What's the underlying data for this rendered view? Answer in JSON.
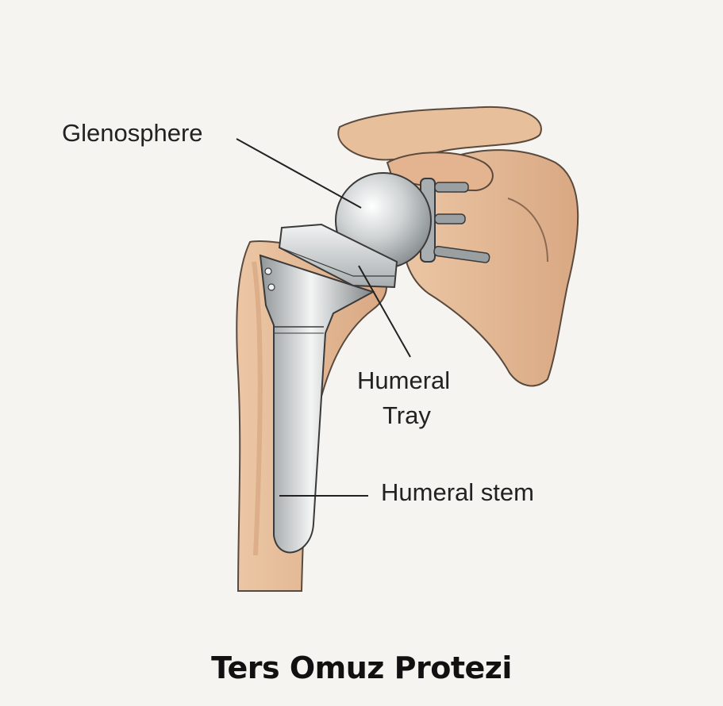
{
  "labels": {
    "glenosphere": "Glenosphere",
    "humeral_tray_line1": "Humeral",
    "humeral_tray_line2": "Tray",
    "humeral_stem": "Humeral stem"
  },
  "caption": "Ters Omuz Protezi",
  "colors": {
    "background": "#f6f4f0",
    "bone": "#e9c4a2",
    "bone_shadow": "#d19a73",
    "metal_light": "#eef0f0",
    "metal_dark": "#8e9496",
    "outline": "#3a3a3a"
  }
}
